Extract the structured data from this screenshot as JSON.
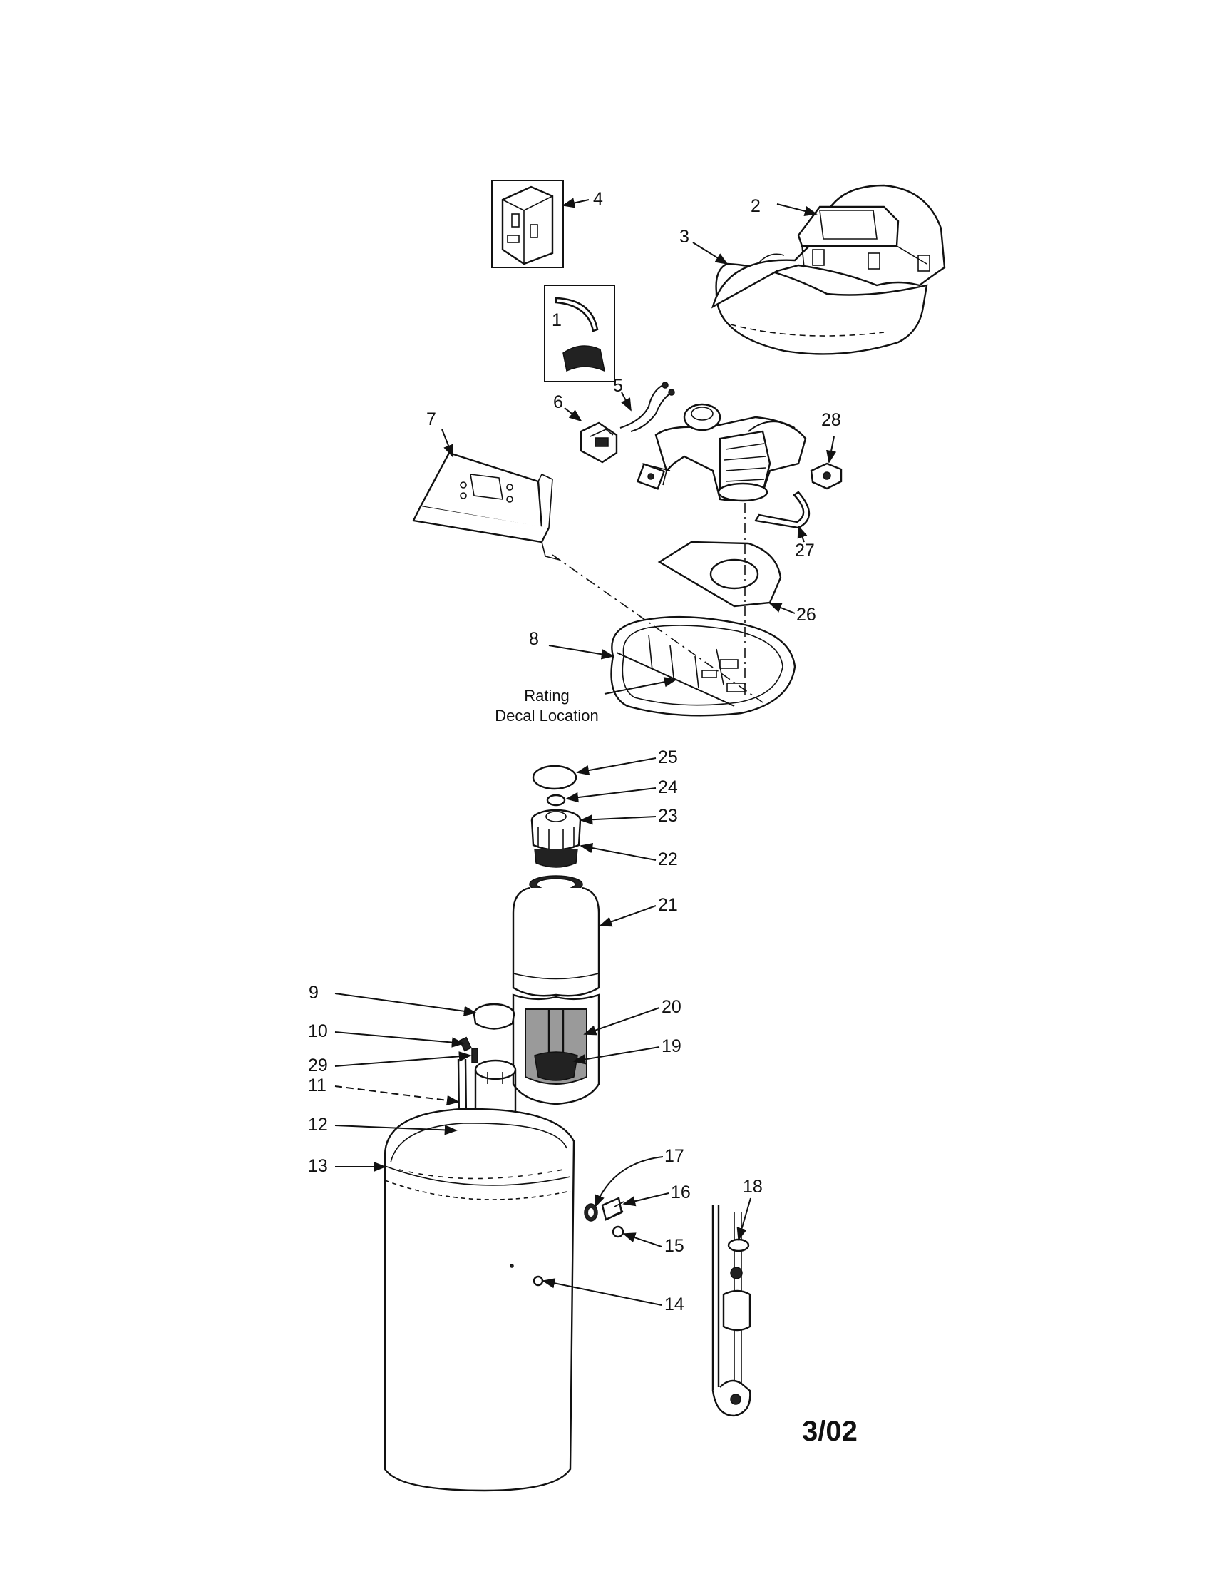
{
  "diagram": {
    "callouts": [
      "1",
      "2",
      "3",
      "4",
      "5",
      "6",
      "7",
      "8",
      "9",
      "10",
      "11",
      "12",
      "13",
      "14",
      "15",
      "16",
      "17",
      "18",
      "19",
      "20",
      "21",
      "22",
      "23",
      "24",
      "25",
      "26",
      "27",
      "28",
      "29"
    ],
    "decal_note": [
      "Rating",
      "Decal Location"
    ],
    "date_code": "3/02"
  }
}
